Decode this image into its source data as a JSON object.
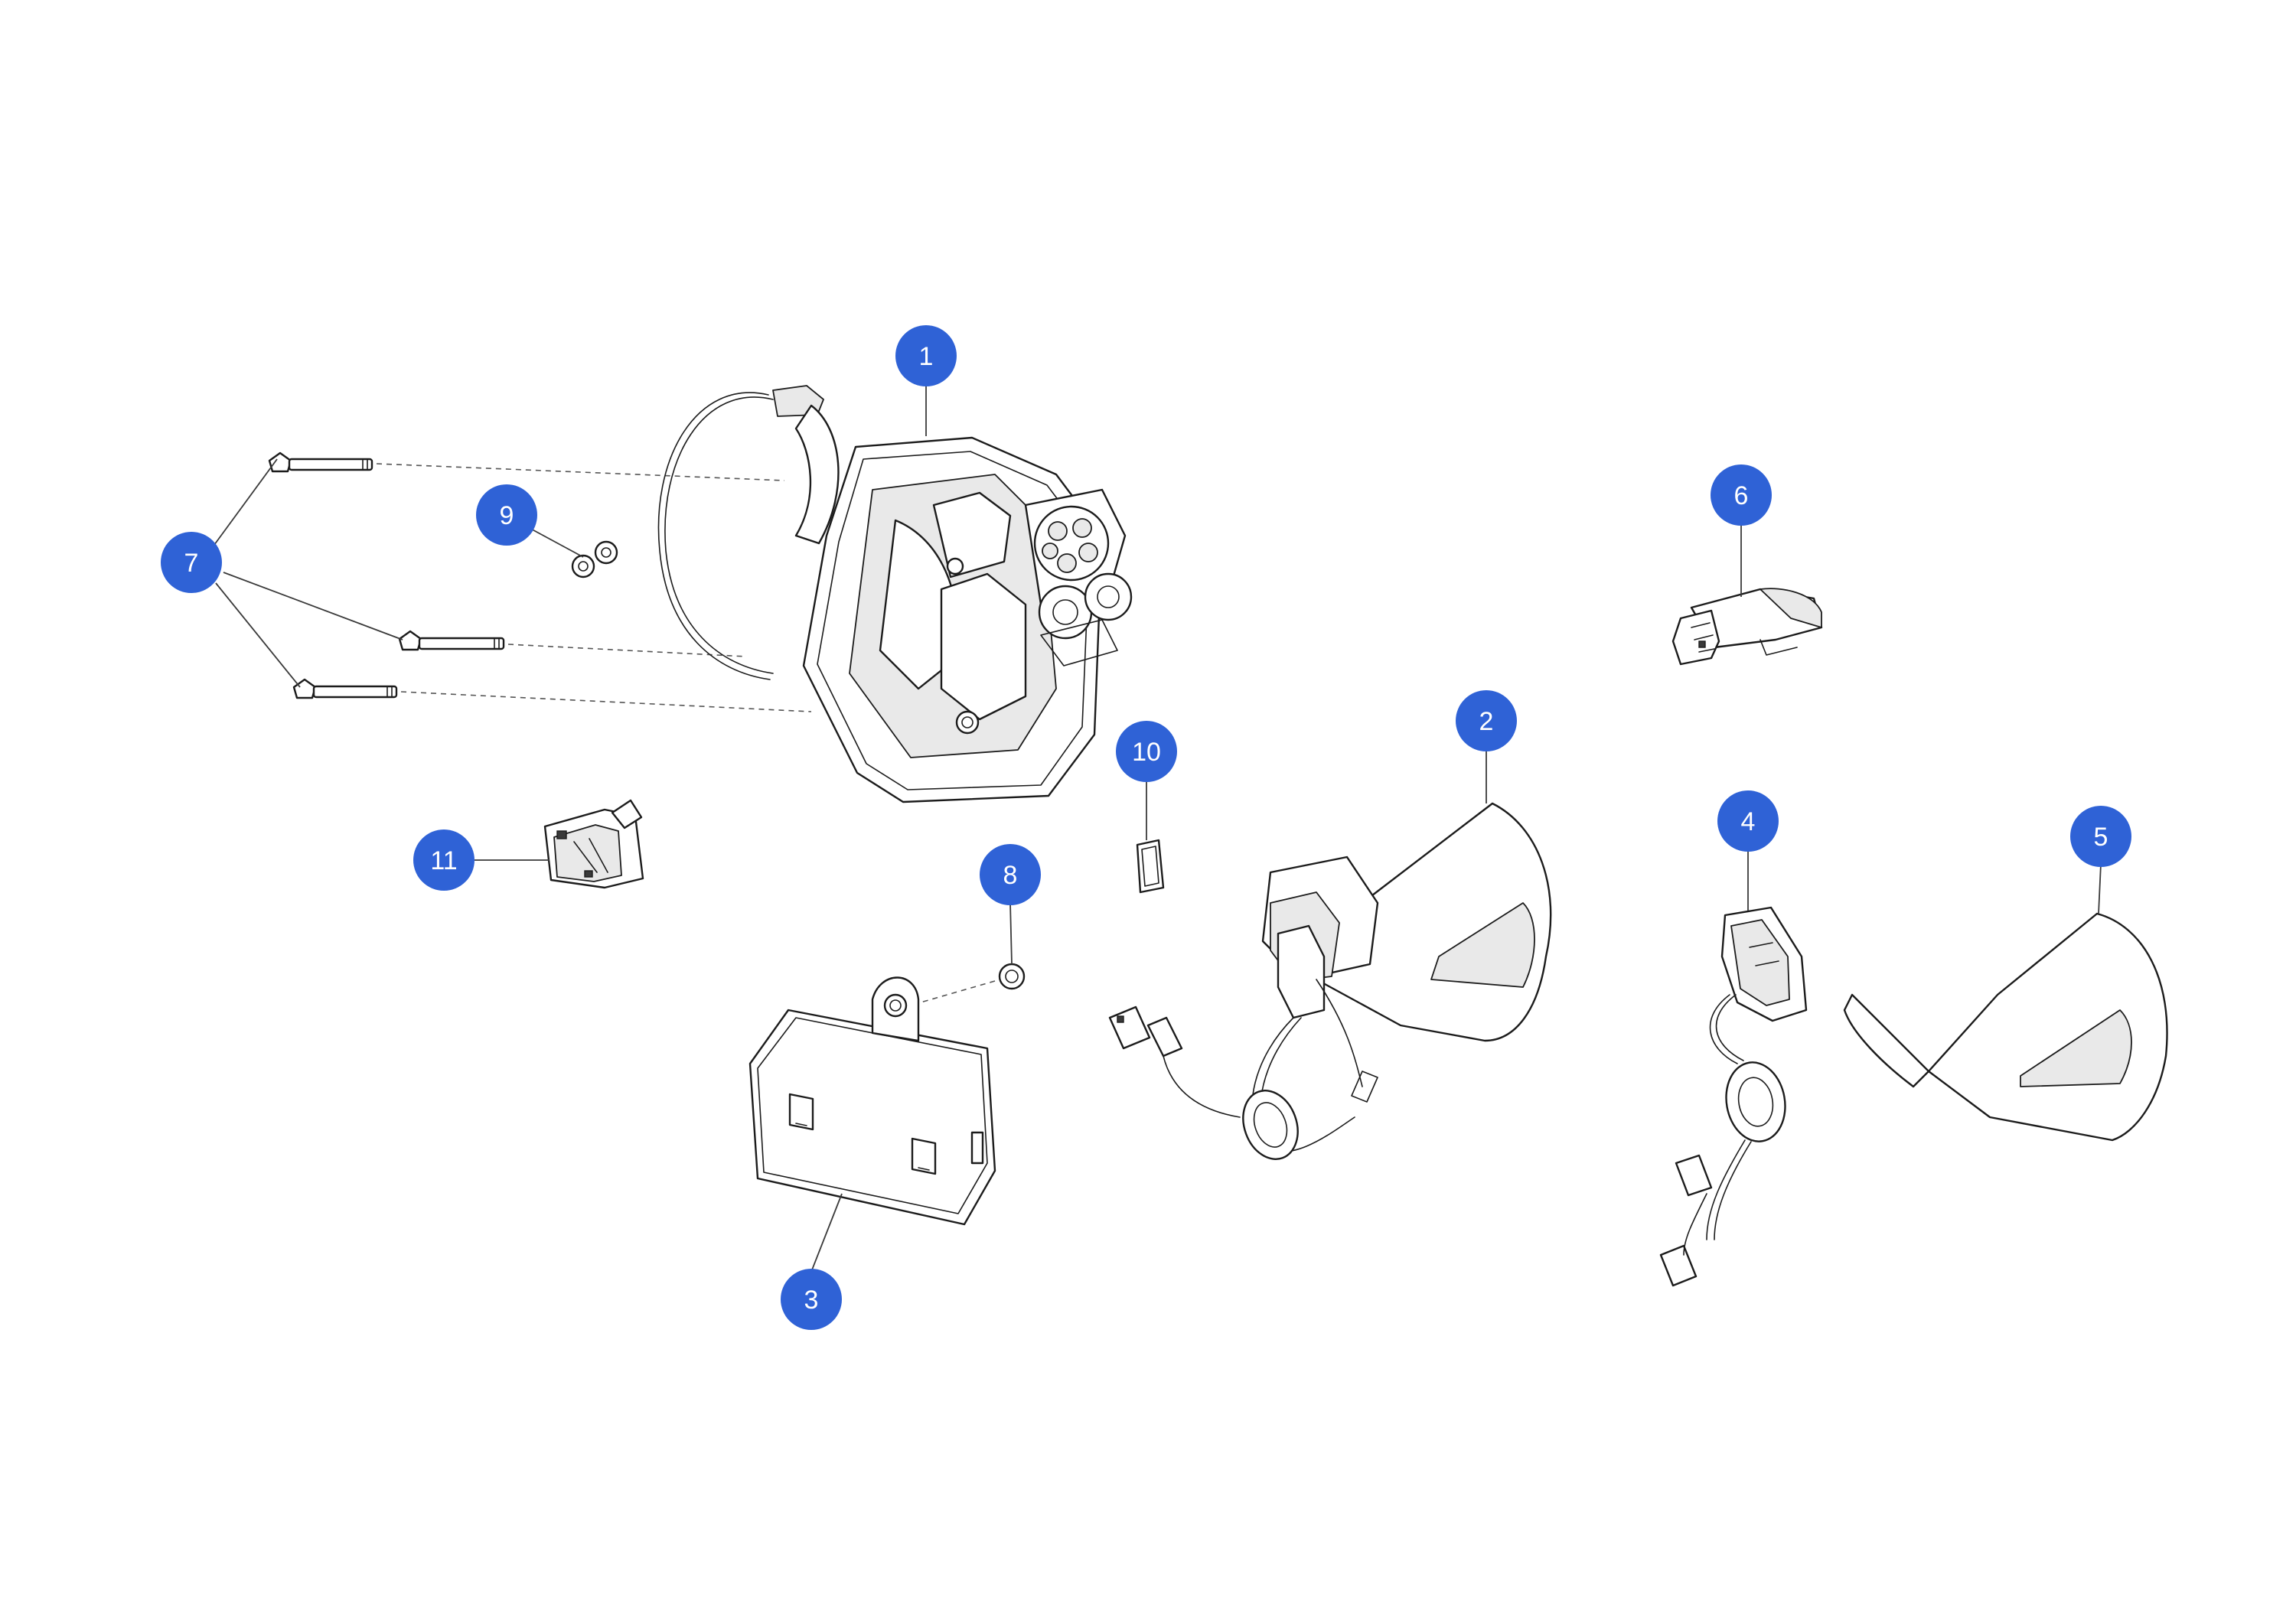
{
  "colors": {
    "callout_fill": "#2f62d6",
    "callout_text": "#ffffff",
    "line_art": "#1c1c1c",
    "background": "#ffffff"
  },
  "callouts": [
    {
      "id": "c1",
      "label": "1",
      "part": "charging-port-housing"
    },
    {
      "id": "c2",
      "label": "2",
      "part": "charge-socket-cover-with-harness"
    },
    {
      "id": "c3",
      "label": "3",
      "part": "control-module"
    },
    {
      "id": "c4",
      "label": "4",
      "part": "actuator-with-harness"
    },
    {
      "id": "c5",
      "label": "5",
      "part": "charge-flap-cover"
    },
    {
      "id": "c6",
      "label": "6",
      "part": "bracket-clip"
    },
    {
      "id": "c7",
      "label": "7",
      "part": "long-bolts"
    },
    {
      "id": "c8",
      "label": "8",
      "part": "screw"
    },
    {
      "id": "c9",
      "label": "9",
      "part": "nuts"
    },
    {
      "id": "c10",
      "label": "10",
      "part": "gasket-pad"
    },
    {
      "id": "c11",
      "label": "11",
      "part": "latch-clip"
    }
  ]
}
